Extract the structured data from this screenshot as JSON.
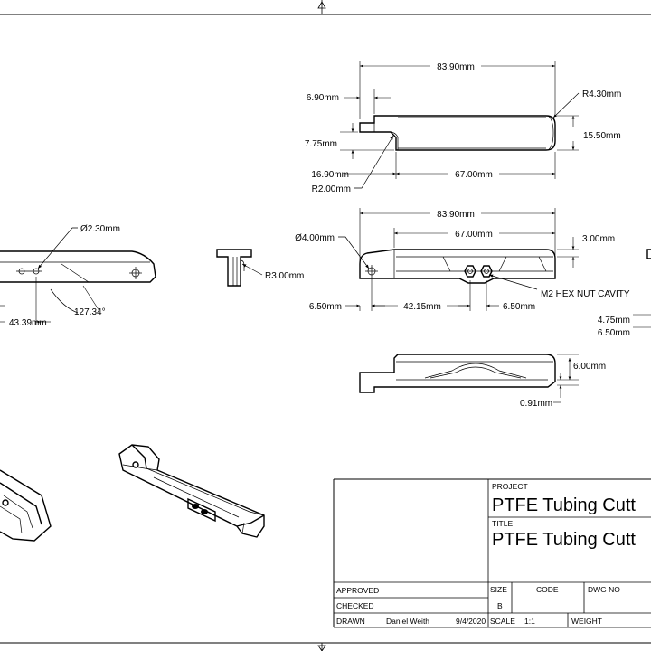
{
  "dimensions": {
    "top_overall_length": "83.90mm",
    "top_radius": "R4.30mm",
    "top_tab_width": "6.90mm",
    "top_tab_height": "7.75mm",
    "top_height": "15.50mm",
    "top_step": "16.90mm",
    "top_body_length": "67.00mm",
    "top_fillet": "R2.00mm",
    "front_overall_length": "83.90mm",
    "front_hole_dia": "Ø4.00mm",
    "front_body_length": "67.00mm",
    "front_offset": "3.00mm",
    "front_left_margin": "6.50mm",
    "front_nut_pos": "42.15mm",
    "front_nut_margin": "6.50mm",
    "nut_cavity_note": "M2 HEX NUT CAVITY",
    "end_radius": "R3.00mm",
    "left_hole_dia": "Ø2.30mm",
    "left_angle": "127.34°",
    "left_length": "43.39mm",
    "right_dim_a": "4.75mm",
    "right_dim_b": "6.50mm",
    "bottom_height": "6.00mm",
    "bottom_thickness": "0.91mm"
  },
  "title_block": {
    "project_label": "PROJECT",
    "project_value": "PTFE Tubing Cutt",
    "title_label": "TITLE",
    "title_value": "PTFE Tubing Cutt",
    "approved_label": "APPROVED",
    "checked_label": "CHECKED",
    "drawn_label": "DRAWN",
    "drawn_by": "Daniel Weith",
    "drawn_date": "9/4/2020",
    "size_label": "SIZE",
    "size_value": "B",
    "code_label": "CODE",
    "dwg_no_label": "DWG NO",
    "scale_label": "SCALE",
    "scale_value": "1:1",
    "weight_label": "WEIGHT"
  }
}
